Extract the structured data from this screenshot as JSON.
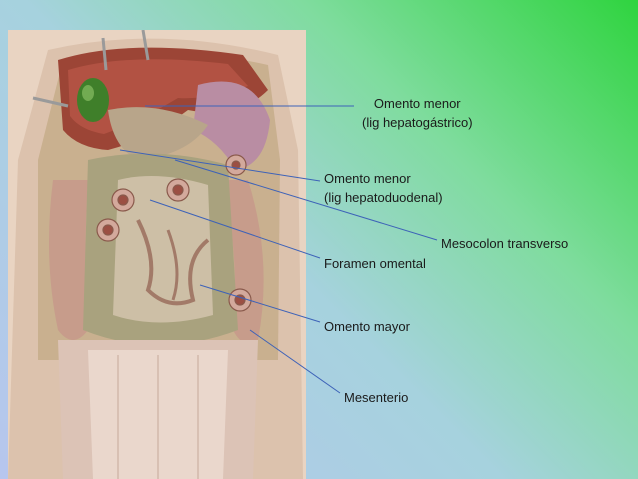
{
  "labels": {
    "omento_menor_hepatogastrico": {
      "line1": "Omento menor",
      "line2": "(lig hepatogástrico)"
    },
    "omento_menor_hepatoduodenal": {
      "line1": "Omento menor",
      "line2": "(lig hepatoduodenal)"
    },
    "mesocolon_transverso": "Mesocolon transverso",
    "foramen_omental": "Foramen omental",
    "omento_mayor": "Omento mayor",
    "mesenterio": "Mesenterio"
  },
  "colors": {
    "leader_line": "#3d62b8",
    "liver": "#a24a3e",
    "gallbladder": "#4d8a2c",
    "intestine": "#c9a79a",
    "omentum": "#b3ad86",
    "abdominal_wall": "#e6c8b4"
  }
}
